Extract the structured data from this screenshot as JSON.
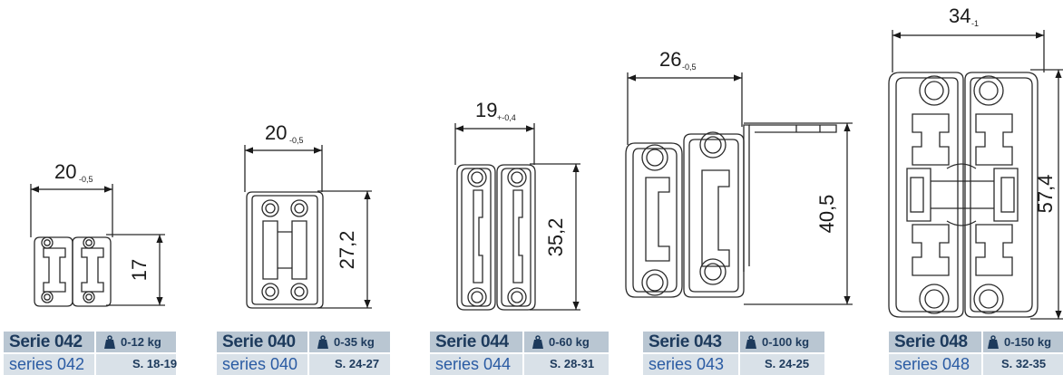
{
  "products": [
    {
      "serie": "Serie 042",
      "series": "series 042",
      "load": "0-12 kg",
      "pages": "S. 18-19",
      "width": "20",
      "width_tol": "-0,5",
      "height": "17",
      "icon": "weight-icon"
    },
    {
      "serie": "Serie 040",
      "series": "series 040",
      "load": "0-35 kg",
      "pages": "S. 24-27",
      "width": "20",
      "width_tol": "-0,5",
      "height": "27,2",
      "icon": "weight-icon"
    },
    {
      "serie": "Serie 044",
      "series": "series 044",
      "load": "0-60 kg",
      "pages": "S. 28-31",
      "width": "19",
      "width_tol": "+-0,4",
      "height": "35,2",
      "icon": "weight-icon"
    },
    {
      "serie": "Serie 043",
      "series": "series 043",
      "load": "0-100 kg",
      "pages": "S. 24-25",
      "width": "26",
      "width_tol": "-0,5",
      "height": "40,5",
      "icon": "weight-icon"
    },
    {
      "serie": "Serie 048",
      "series": "series 048",
      "load": "0-150 kg",
      "pages": "S. 32-35",
      "width": "34",
      "width_tol": "-1",
      "height": "57,4",
      "icon": "weight-icon"
    }
  ],
  "colors": {
    "label_dark": "#b9c6d2",
    "label_light": "#d9e1e8",
    "text_dark": "#1d3a5c",
    "text_blue": "#2a5ba3"
  }
}
